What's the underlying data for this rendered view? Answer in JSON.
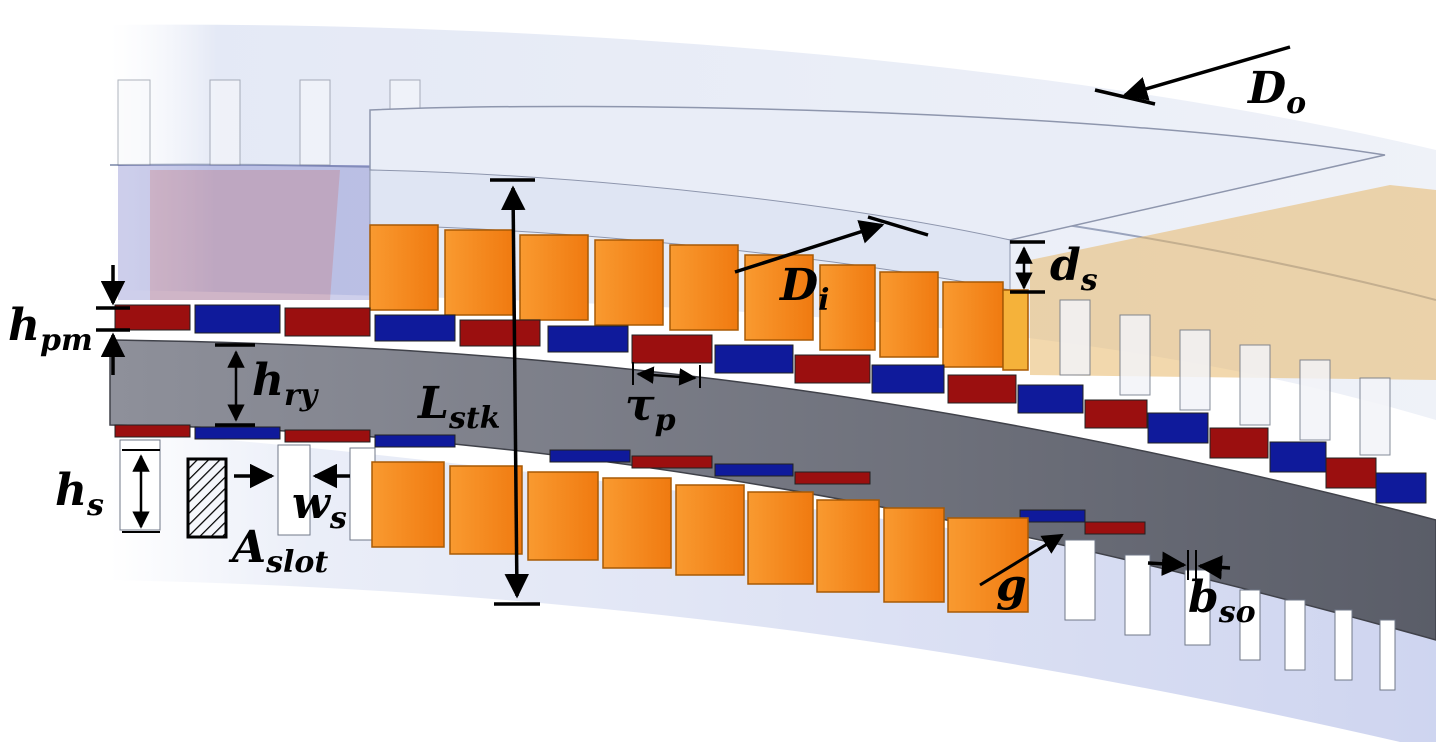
{
  "labels": {
    "D_o": {
      "main": "D",
      "sub": "o"
    },
    "D_i": {
      "main": "D",
      "sub": "i"
    },
    "d_s": {
      "main": "d",
      "sub": "s"
    },
    "h_pm": {
      "main": "h",
      "sub": "pm"
    },
    "h_ry": {
      "main": "h",
      "sub": "ry"
    },
    "L_stk": {
      "main": "L",
      "sub": "stk"
    },
    "tau_p": {
      "main": "τ",
      "sub": "p"
    },
    "h_s": {
      "main": "h",
      "sub": "s"
    },
    "w_s": {
      "main": "w",
      "sub": "s"
    },
    "A_slot": {
      "main": "A",
      "sub": "slot"
    },
    "g": {
      "main": "g",
      "sub": ""
    },
    "b_so": {
      "main": "b",
      "sub": "so"
    }
  },
  "colors": {
    "coil": "#f7891a",
    "coil_dark": "#c86a0e",
    "magnet_red": "#9b0f0f",
    "magnet_blue": "#0f1a9b",
    "yoke": "#6b6e7a",
    "stator_glass": "#dfe6f5",
    "annotation": "#000000"
  }
}
